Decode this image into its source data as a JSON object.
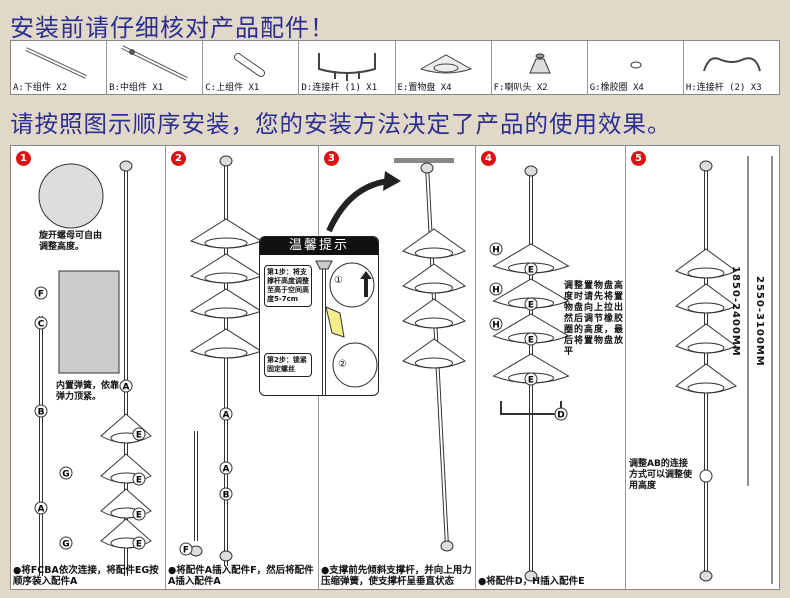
{
  "header": {
    "title": "安装前请仔细核对产品配件！",
    "subtitle": "请按照图示顺序安装，您的安装方法决定了产品的使用效果。"
  },
  "parts": [
    {
      "label": "A:下组件 X2",
      "icon": "lower-pole"
    },
    {
      "label": "B:中组件 X1",
      "icon": "middle-pole"
    },
    {
      "label": "C:上组件 X1",
      "icon": "upper-tube"
    },
    {
      "label": "D:连接杆 (1) X1",
      "icon": "hook-bar"
    },
    {
      "label": "E:置物盘 X4",
      "icon": "corner-tray"
    },
    {
      "label": "F:喇叭头 X2",
      "icon": "end-cap"
    },
    {
      "label": "G:橡胶圈 X4",
      "icon": "rubber-ring"
    },
    {
      "label": "H:连接杆 (2) X3",
      "icon": "connector-bar"
    }
  ],
  "steps": [
    {
      "number": "1",
      "notes": [
        "旋开螺母可自由调整高度。",
        "内置弹簧，依靠弹力顶紧。"
      ],
      "labels": [
        "F",
        "C",
        "B",
        "A",
        "A",
        "E",
        "G",
        "E",
        "E",
        "G",
        "E"
      ],
      "caption": "●将FCBA依次连接，将配件EG按顺序装入配件A"
    },
    {
      "number": "2",
      "labels": [
        "A",
        "A",
        "B",
        "F"
      ],
      "caption": "●将配件A插入配件F，然后将配件A插入配件A"
    },
    {
      "number": "3",
      "tip": {
        "title": "温馨提示",
        "step1": "第1步：将支撑杆高度调整至高于空间高度5-7cm",
        "step2": "第2步：锁紧固定螺丝",
        "mark1": "①",
        "mark2": "②"
      },
      "caption": "●支撑前先倾斜支撑杆，并向上用力压缩弹簧，使支撑杆呈垂直状态"
    },
    {
      "number": "4",
      "note": "调整置物盘高度时请先将置物盘向上拉出然后调节橡胶圈的高度，最后将置物盘放平",
      "labels": [
        "H",
        "E",
        "H",
        "E",
        "H",
        "E",
        "E",
        "D"
      ],
      "caption": "●将配件D，H插入配件E"
    },
    {
      "number": "5",
      "note": "调整AB的连接方式可以调整使用高度",
      "dim_inner": "1850-2400MM",
      "dim_outer": "2550-3100MM"
    }
  ],
  "colors": {
    "title": "#2b2f92",
    "badge": "#d81414",
    "background": "#e2d8c8"
  }
}
